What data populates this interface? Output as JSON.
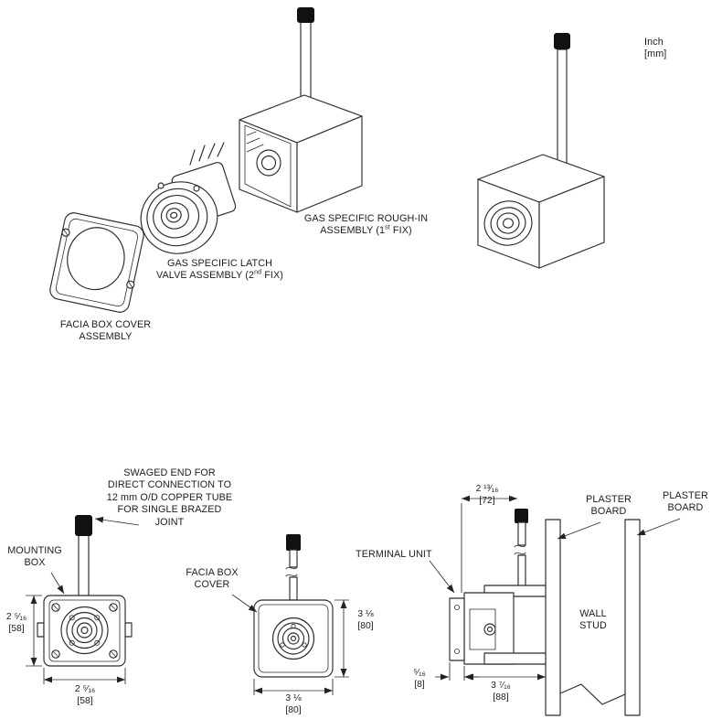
{
  "units_note": {
    "line1": "Inch",
    "line2": "[mm]"
  },
  "exploded_view": {
    "rough_in_label": {
      "line1": "GAS SPECIFIC ROUGH-IN",
      "line2_pre": "ASSEMBLY (1",
      "line2_sup": "st",
      "line2_post": " FIX)"
    },
    "latch_valve_label": {
      "line1": "GAS SPECIFIC LATCH",
      "line2_pre": "VALVE ASSEMBLY (2",
      "line2_sup": "nd",
      "line2_post": " FIX)"
    },
    "facia_cover_label": {
      "line1": "FACIA BOX COVER",
      "line2": "ASSEMBLY"
    }
  },
  "detail_views": {
    "swaged_note": {
      "line1": "SWAGED END FOR",
      "line2": "DIRECT CONNECTION TO",
      "line3": "12 mm O/D COPPER TUBE",
      "line4": "FOR SINGLE BRAZED",
      "line5": "JOINT"
    },
    "mounting_box_label": {
      "line1": "MOUNTING",
      "line2": "BOX"
    },
    "facia_box_cover_label": {
      "line1": "FACIA BOX",
      "line2": "COVER"
    },
    "terminal_unit_label": "TERMINAL UNIT",
    "plaster_board_left_label": {
      "line1": "PLASTER",
      "line2": "BOARD"
    },
    "plaster_board_right_label": {
      "line1": "PLASTER",
      "line2": "BOARD"
    },
    "wall_stud_label": {
      "line1": "WALL",
      "line2": "STUD"
    }
  },
  "dimensions": {
    "mounting_box_height": {
      "inch": "2 ⁵⁄₁₆",
      "mm": "[58]"
    },
    "mounting_box_width": {
      "inch": "2 ⁵⁄₁₆",
      "mm": "[58]"
    },
    "facia_cover_height": {
      "inch": "3 ⅛",
      "mm": "[80]"
    },
    "facia_cover_width": {
      "inch": "3 ⅛",
      "mm": "[80]"
    },
    "pipe_offset": {
      "inch": "2 ¹³⁄₁₆",
      "mm": "[72]"
    },
    "facia_thickness": {
      "inch": "⁵⁄₁₆",
      "mm": "[8]"
    },
    "unit_depth": {
      "inch": "3 ⁷⁄₁₆",
      "mm": "[88]"
    }
  },
  "drawing_colors": {
    "line": "#2b2b2b",
    "cap_fill": "#111111",
    "stipple": "#666666"
  }
}
